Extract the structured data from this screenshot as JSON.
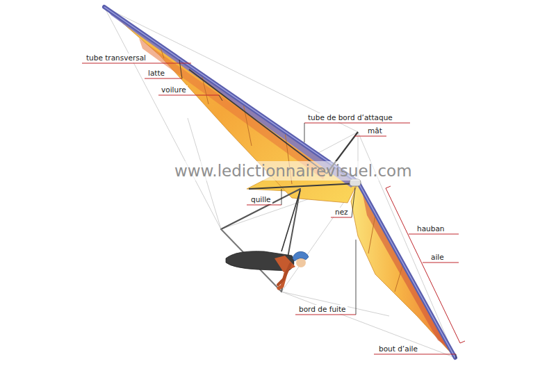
{
  "diagram": {
    "labels": [
      "tube transversal",
      "latte",
      "voilure",
      "tube de bord d’attaque",
      "mât",
      "quille",
      "nez",
      "hauban",
      "aile",
      "bord de fuite",
      "bout d’aile",
      "www.ledictionnairevisuel.com"
    ]
  }
}
